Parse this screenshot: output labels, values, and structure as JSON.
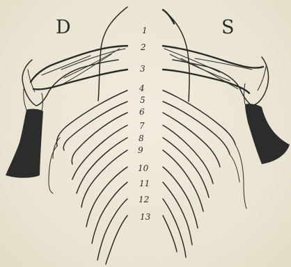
{
  "labels": {
    "left_side": "D",
    "right_side": "S"
  },
  "segments": [
    "1",
    "2",
    "3",
    "4",
    "5",
    "6",
    "7",
    "8",
    "9",
    "10",
    "11",
    "12",
    "13"
  ],
  "colors": {
    "ink": "#2a2a2a",
    "paper": "#ece7d6"
  }
}
